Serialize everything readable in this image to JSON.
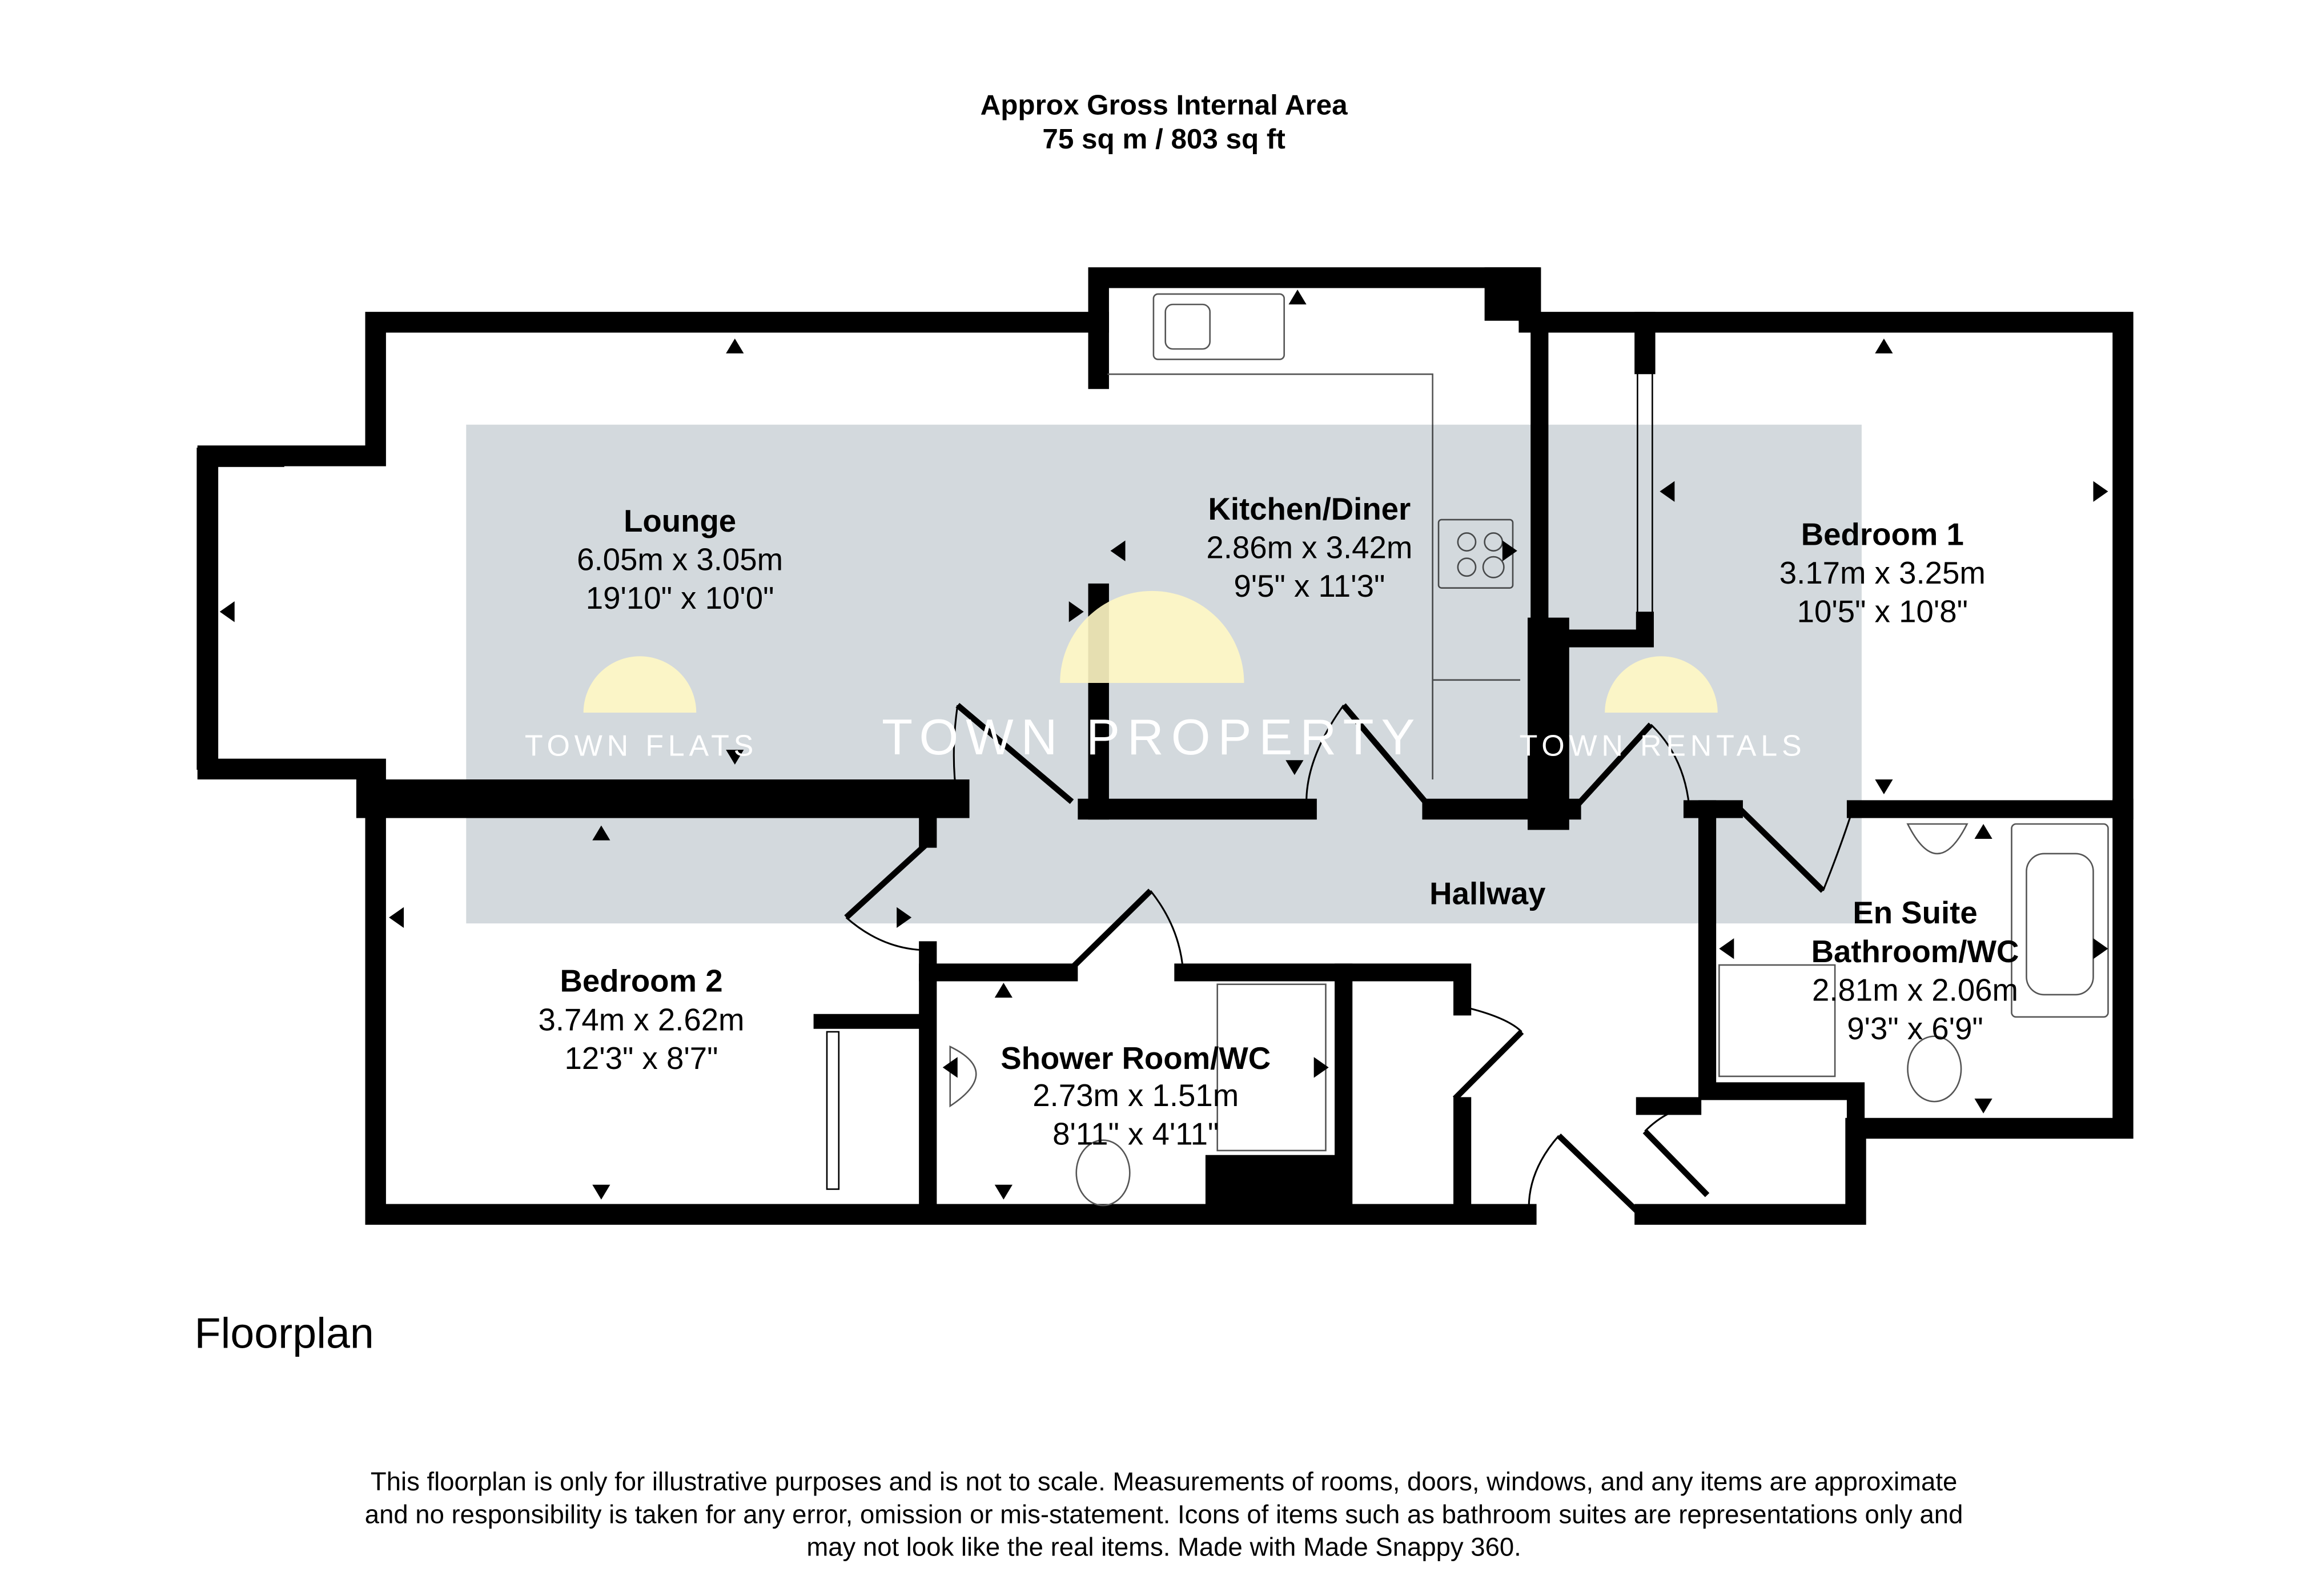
{
  "header": {
    "title": "Approx Gross Internal Area",
    "area": "75 sq m / 803 sq ft"
  },
  "rooms": [
    {
      "name": "Lounge",
      "metric": "6.05m x 3.05m",
      "imperial": "19'10\" x 10'0\""
    },
    {
      "name": "Kitchen/Diner",
      "metric": "2.86m x 3.42m",
      "imperial": "9'5\" x 11'3\""
    },
    {
      "name": "Bedroom 1",
      "metric": "3.17m x 3.25m",
      "imperial": "10'5\" x 10'8\""
    },
    {
      "name": "Bedroom 2",
      "metric": "3.74m x 2.62m",
      "imperial": "12'3\" x 8'7\""
    },
    {
      "name": "Shower Room/WC",
      "metric": "2.73m x 1.51m",
      "imperial": "8'11\" x 4'11\""
    },
    {
      "name_line1": "En Suite",
      "name_line2": "Bathroom/WC",
      "metric": "2.81m x 2.06m",
      "imperial": "9'3\" x 6'9\""
    },
    {
      "name": "Hallway"
    }
  ],
  "watermarks": {
    "left": "TOWN FLATS",
    "center": "TOWN PROPERTY",
    "right": "TOWN RENTALS"
  },
  "floor_label": "Floorplan",
  "disclaimer": [
    "This floorplan is only for illustrative purposes and is not to scale. Measurements of rooms, doors, windows, and any items are approximate",
    "and no responsibility is taken for any error, omission or mis-statement. Icons of items such as bathroom suites are representations only and",
    "may not look like the real items. Made with Made Snappy 360."
  ],
  "colors": {
    "overlay": "#ccd2d7",
    "wall": "#000000",
    "sun": "#fff7c4"
  }
}
